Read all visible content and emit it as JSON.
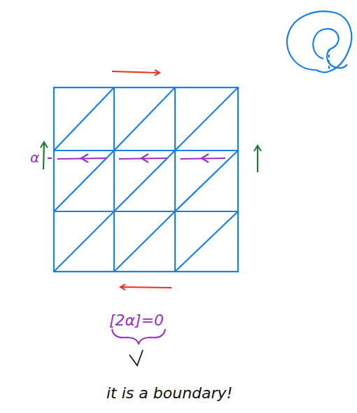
{
  "diagram": {
    "labels": [
      "α",
      "[2α]=0",
      "it is a boundary!"
    ]
  }
}
